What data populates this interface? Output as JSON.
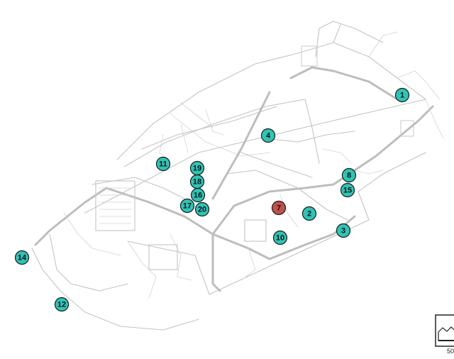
{
  "colors": {
    "marker_default": "#2ec4b6",
    "marker_highlight": "#c0504d",
    "harness": "#c4c4c4"
  },
  "markers": [
    {
      "id": "1",
      "label": "1",
      "highlight": false
    },
    {
      "id": "2",
      "label": "2",
      "highlight": false
    },
    {
      "id": "3",
      "label": "3",
      "highlight": false
    },
    {
      "id": "4",
      "label": "4",
      "highlight": false
    },
    {
      "id": "7",
      "label": "7",
      "highlight": true
    },
    {
      "id": "8",
      "label": "8",
      "highlight": false
    },
    {
      "id": "10",
      "label": "10",
      "highlight": false
    },
    {
      "id": "11",
      "label": "11",
      "highlight": false
    },
    {
      "id": "12",
      "label": "12",
      "highlight": false
    },
    {
      "id": "14",
      "label": "14",
      "highlight": false
    },
    {
      "id": "15",
      "label": "15",
      "highlight": false
    },
    {
      "id": "16",
      "label": "16",
      "highlight": false
    },
    {
      "id": "17",
      "label": "17",
      "highlight": false
    },
    {
      "id": "18",
      "label": "18",
      "highlight": false
    },
    {
      "id": "19",
      "label": "19",
      "highlight": false
    },
    {
      "id": "20",
      "label": "20",
      "highlight": false
    }
  ],
  "corner_icon": {
    "name": "image-frame-icon",
    "doc_id": "50"
  }
}
